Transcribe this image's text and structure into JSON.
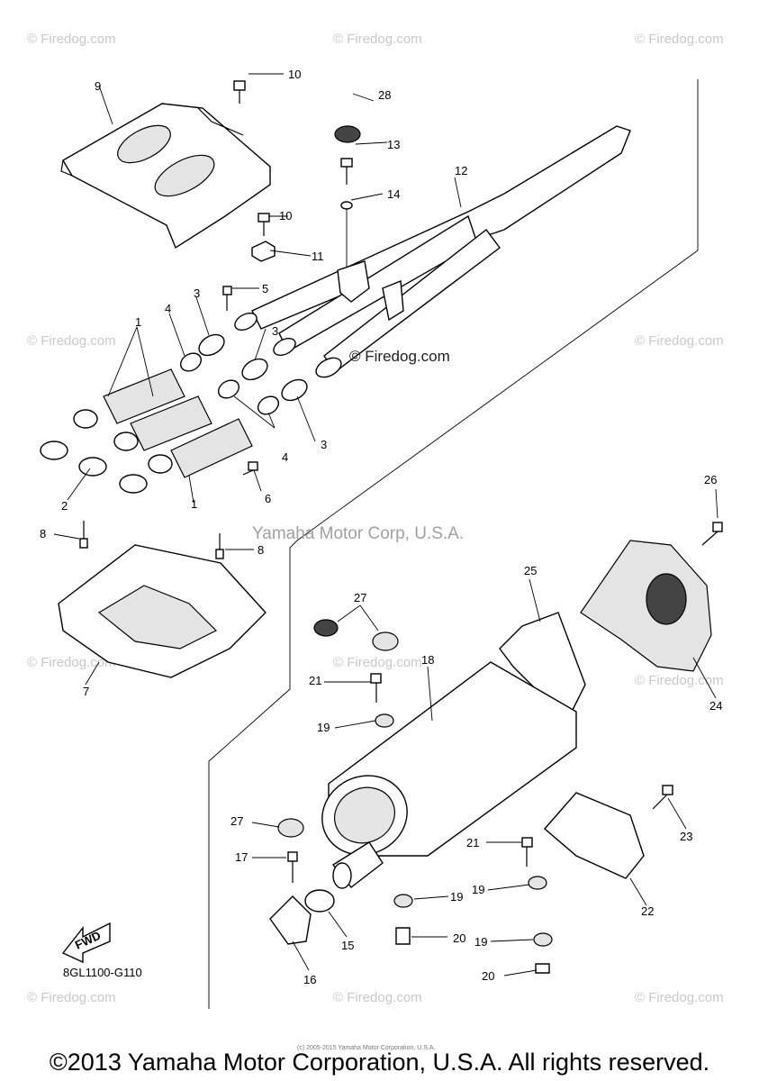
{
  "diagram": {
    "code": "8GL1100-G110",
    "center_watermark": "Yamaha Motor Corp, U.S.A.",
    "inline_watermark": "Firedog.com",
    "corner_watermark": "© Firedog.com",
    "fwd_label": "FWD",
    "callouts": {
      "c1a": "1",
      "c1b": "1",
      "c2": "2",
      "c3a": "3",
      "c3b": "3",
      "c3c": "3",
      "c4a": "4",
      "c4b": "4",
      "c5": "5",
      "c6": "6",
      "c7": "7",
      "c8a": "8",
      "c8b": "8",
      "c9": "9",
      "c10a": "10",
      "c10b": "10",
      "c11": "11",
      "c12": "12",
      "c13": "13",
      "c14": "14",
      "c15": "15",
      "c16": "16",
      "c17": "17",
      "c18": "18",
      "c19a": "19",
      "c19b": "19",
      "c19c": "19",
      "c19d": "19",
      "c20a": "20",
      "c20b": "20",
      "c21a": "21",
      "c21b": "21",
      "c22": "22",
      "c23": "23",
      "c24": "24",
      "c25": "25",
      "c26": "26",
      "c27a": "27",
      "c27b": "27",
      "c28": "28"
    }
  },
  "footer": {
    "copyright": "©2013 Yamaha Motor Corporation, U.S.A. All rights reserved.",
    "small_print": "(c) 2005-2015 Yamaha Motor Corporation, U.S.A."
  }
}
